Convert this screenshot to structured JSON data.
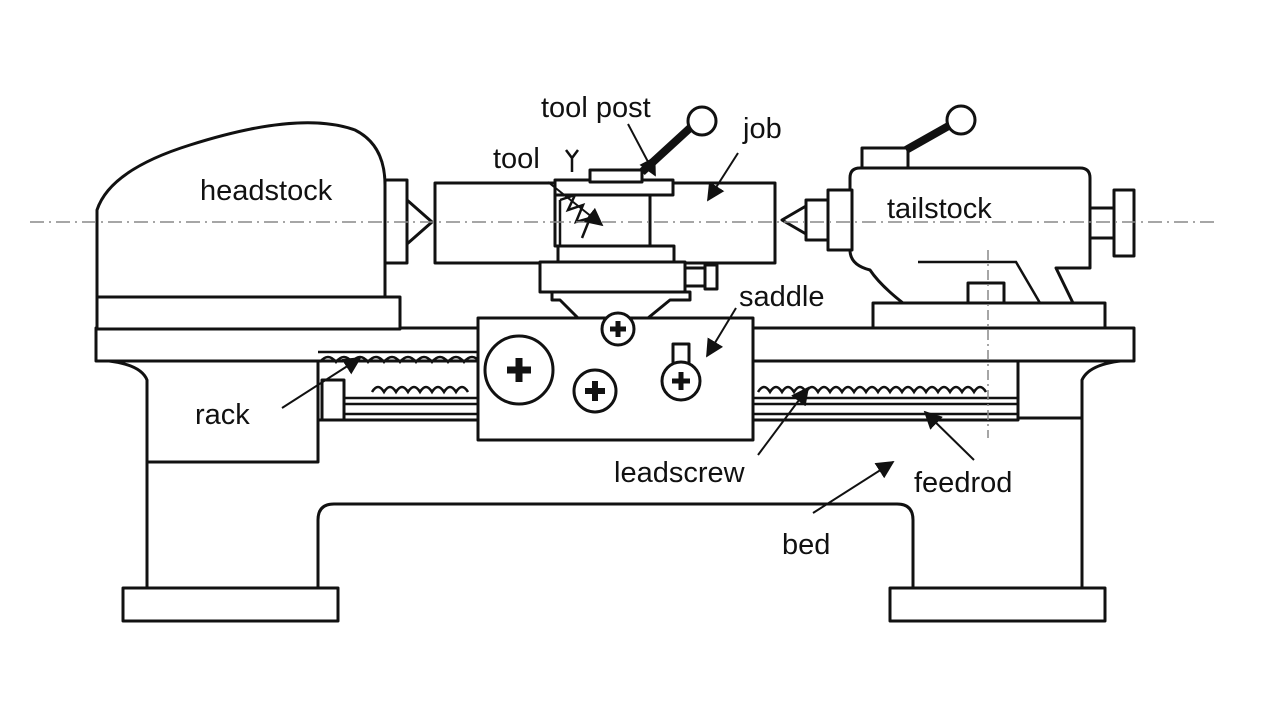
{
  "diagram": {
    "labels": {
      "headstock": "headstock",
      "tool_post": "tool post",
      "tool": "tool",
      "job": "job",
      "tailstock": "tailstock",
      "saddle": "saddle",
      "rack": "rack",
      "leadscrew": "leadscrew",
      "feedrod": "feedrod",
      "bed": "bed"
    },
    "colors": {
      "line": "#111111",
      "background": "#ffffff",
      "center_line": "#888888"
    }
  }
}
